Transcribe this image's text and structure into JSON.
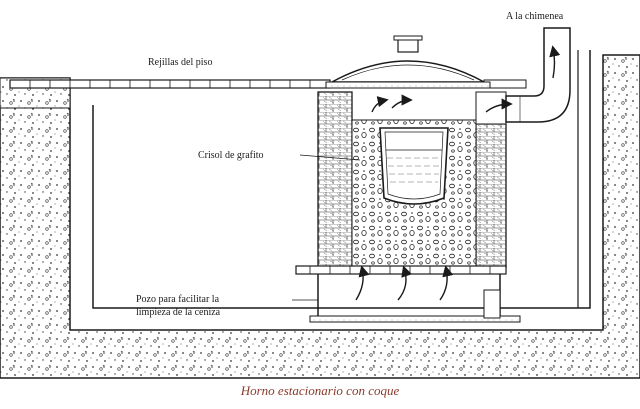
{
  "labels": {
    "chimney": "A la chimenea",
    "floor_grates": "Rejillas del piso",
    "crucible": "Crisol de grafito",
    "ash_pit_line1": "Pozo para facilitar la",
    "ash_pit_line2": "limpieza de la ceniza"
  },
  "caption": "Horno estacionario con coque",
  "colors": {
    "ink": "#1a1a1a",
    "caption": "#8a3a2a",
    "paper": "#ffffff"
  }
}
